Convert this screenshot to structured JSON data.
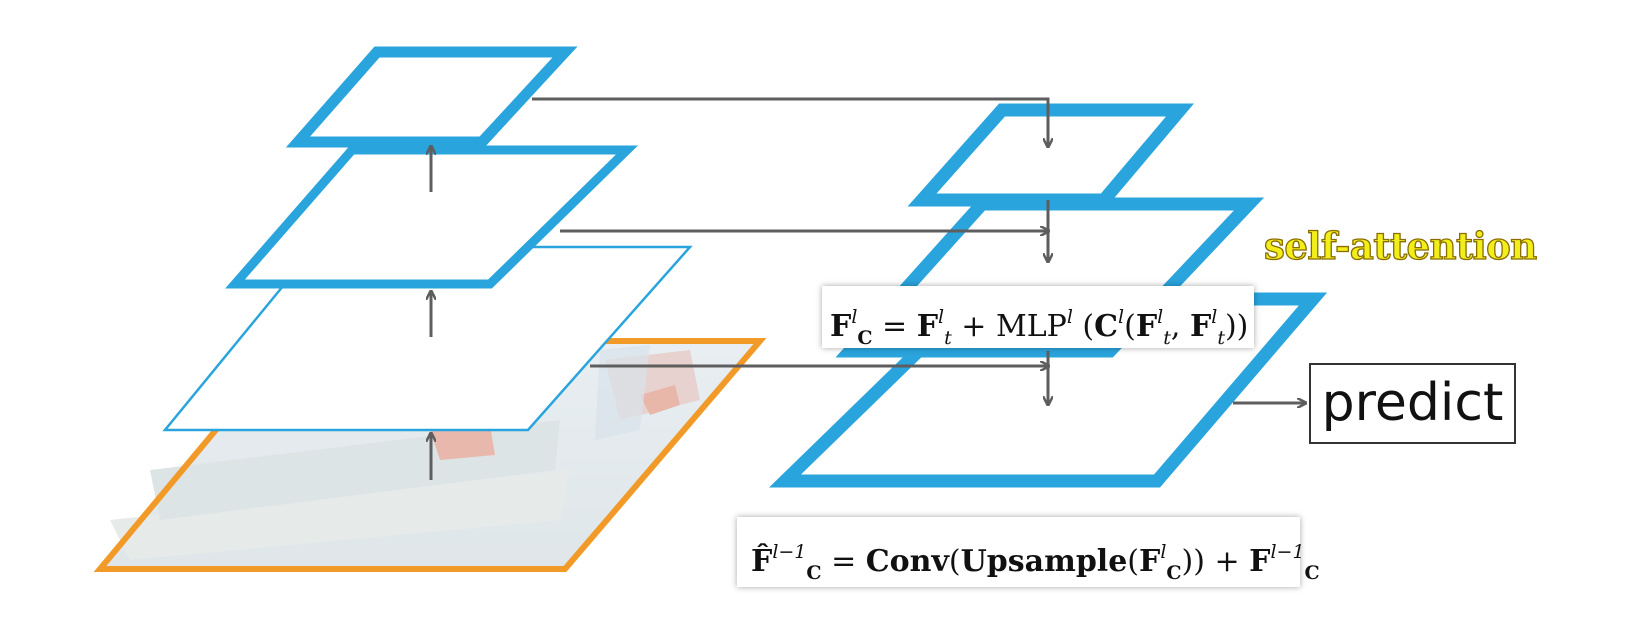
{
  "labels": {
    "self_attention": "self-attention",
    "predict": "predict"
  },
  "colors": {
    "pyramid_blue": "#2aa4dd",
    "image_frame_orange": "#f29a28",
    "arrow_gray": "#5e5e5e",
    "label_yellow": "#f2ee1a"
  },
  "equations": {
    "top": "F_C^l = F_t^l + MLP^l (C^l(F_t^l, F_t^l))",
    "bottom": "F̂_C^{l-1} = Conv(Upsample(F_C^l)) + F_C^{l-1}"
  }
}
